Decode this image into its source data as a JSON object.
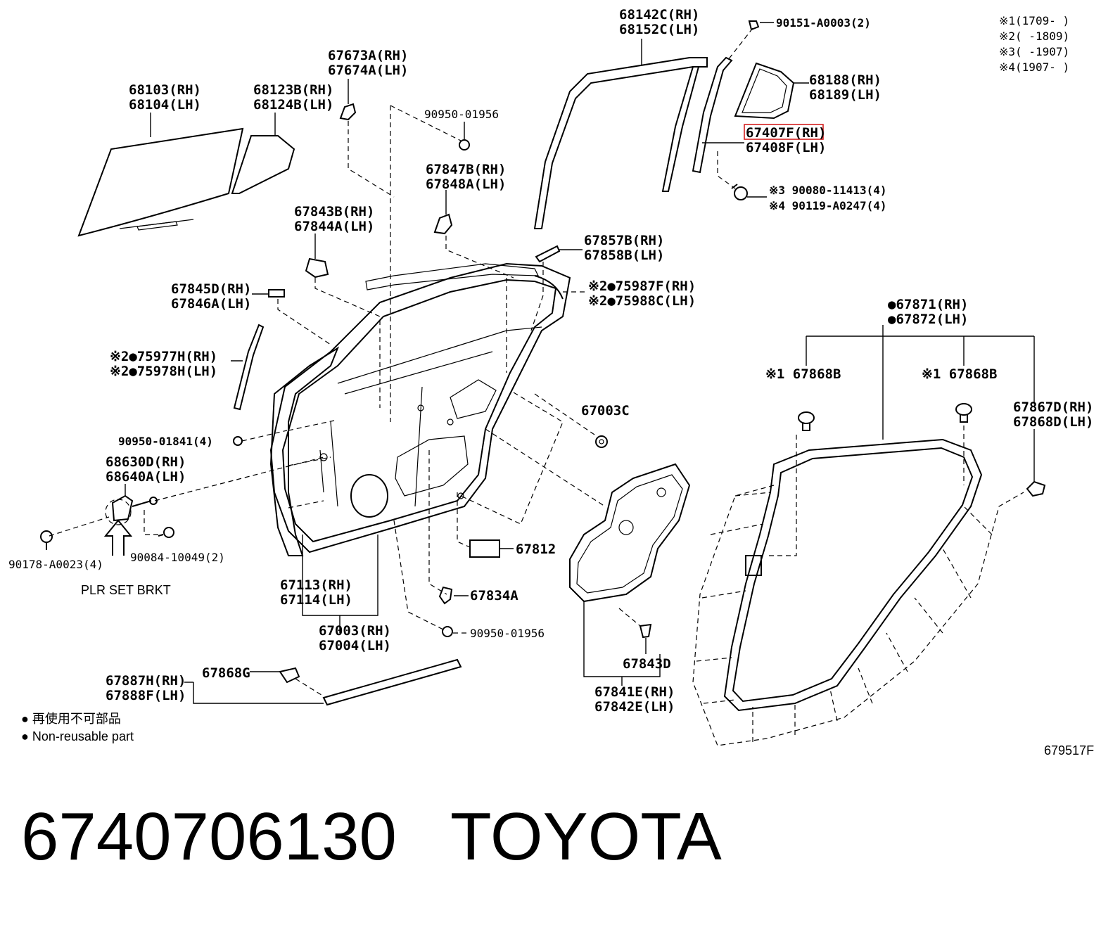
{
  "notes": {
    "n1": "※1(1709-    )",
    "n2": "※2(    -1809)",
    "n3": "※3(    -1907)",
    "n4": "※4(1907-    )"
  },
  "callouts": {
    "c68142": [
      "68142C(RH)",
      "68152C(LH)"
    ],
    "c90151": "90151-A0003(2)",
    "c68188": [
      "68188(RH)",
      "68189(LH)"
    ],
    "c67407": [
      "67407F(RH)",
      "67408F(LH)"
    ],
    "c90080": [
      "※3 90080-11413(4)",
      "※4 90119-A0247(4)"
    ],
    "c67673": [
      "67673A(RH)",
      "67674A(LH)"
    ],
    "c68103": [
      "68103(RH)",
      "68104(LH)"
    ],
    "c68123": [
      "68123B(RH)",
      "68124B(LH)"
    ],
    "c90950a": "90950-01956",
    "c67847": [
      "67847B(RH)",
      "67848A(LH)"
    ],
    "c67843": [
      "67843B(RH)",
      "67844A(LH)"
    ],
    "c67857": [
      "67857B(RH)",
      "67858B(LH)"
    ],
    "c75987": [
      "※2●75987F(RH)",
      "※2●75988C(LH)"
    ],
    "c67845": [
      "67845D(RH)",
      "67846A(LH)"
    ],
    "c67871": [
      "●67871(RH)",
      "●67872(LH)"
    ],
    "c75977": [
      "※2●75977H(RH)",
      "※2●75978H(LH)"
    ],
    "c67868a": "※1 67868B",
    "c67868b": "※1 67868B",
    "c67003c": "67003C",
    "c67867": [
      "67867D(RH)",
      "67868D(LH)"
    ],
    "c90950b": "90950-01841(4)",
    "c68630": [
      "68630D(RH)",
      "68640A(LH)"
    ],
    "c90178": "90178-A0023(4)",
    "c90084": "90084-10049(2)",
    "plr": "PLR SET BRKT",
    "c67812": "67812",
    "c67113": [
      "67113(RH)",
      "67114(LH)"
    ],
    "c67834": "67834A",
    "c67003": [
      "67003(RH)",
      "67004(LH)"
    ],
    "c90950c": "90950-01956",
    "c67843d": "67843D",
    "c67868g": "67868G",
    "c67887": [
      "67887H(RH)",
      "67888F(LH)"
    ],
    "c67841": [
      "67841E(RH)",
      "67842E(LH)"
    ]
  },
  "legend": {
    "jp": "● 再使用不可部品",
    "en": "● Non-reusable part"
  },
  "diagram_id": "679517F",
  "footer": {
    "part_number": "6740706130",
    "brand": "TOYOTA"
  },
  "highlight_color": "#d42020"
}
